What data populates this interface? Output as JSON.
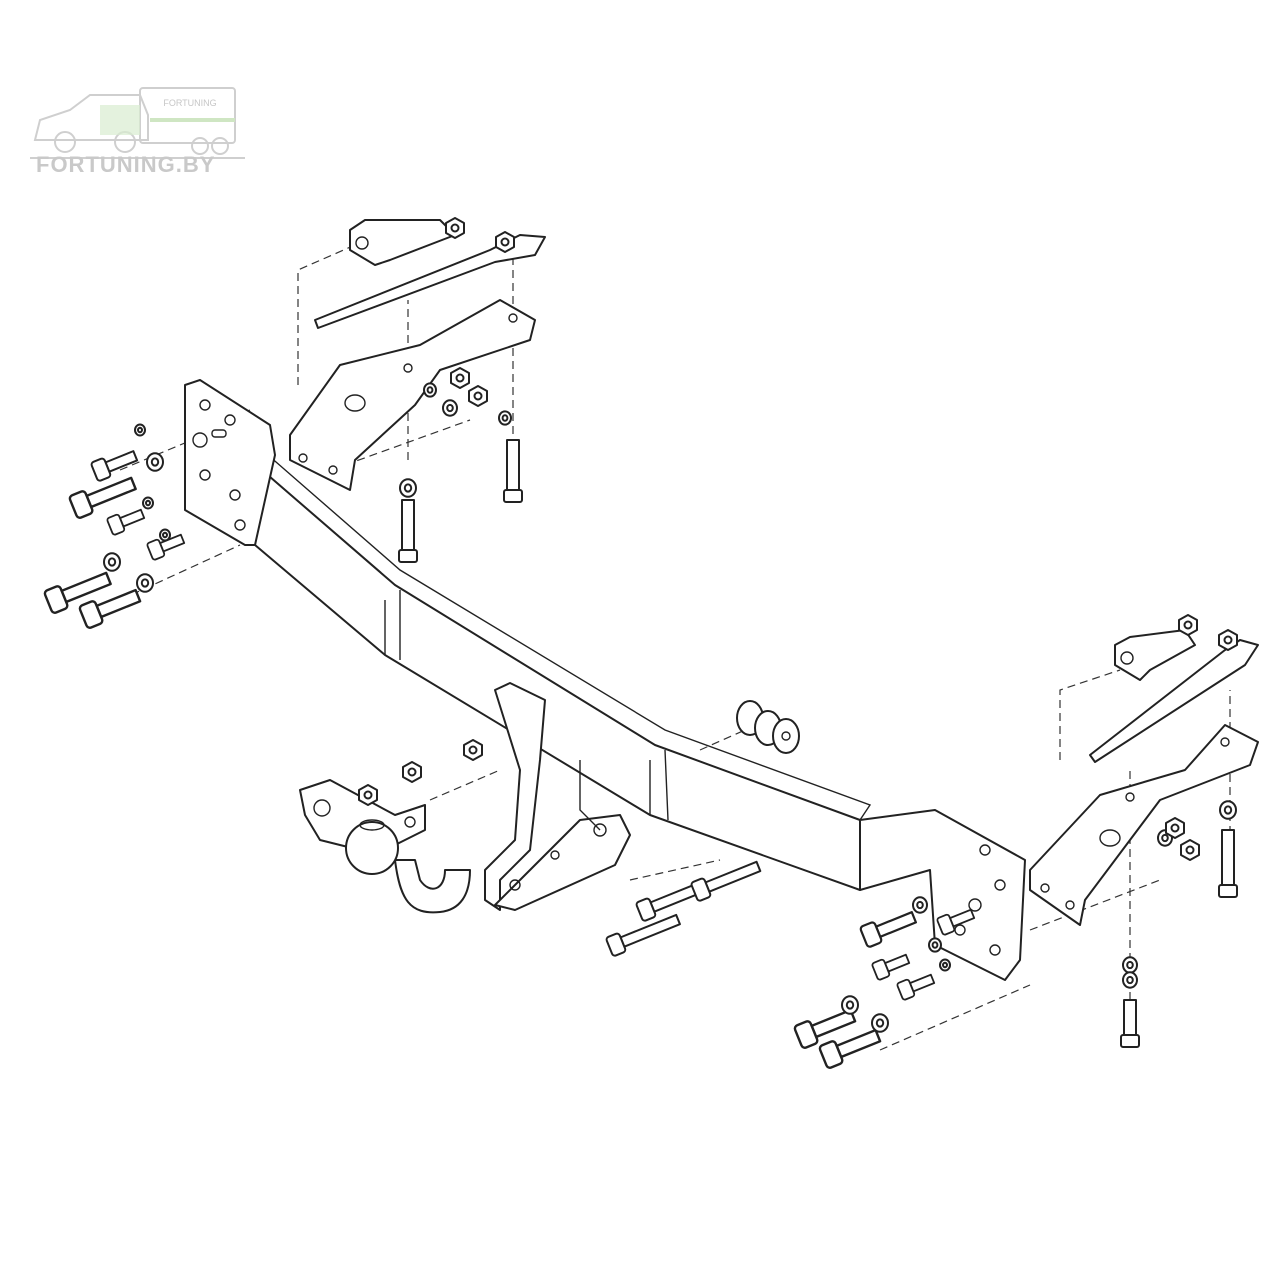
{
  "logo": {
    "brand": "FORTUNING.BY",
    "trailer_text": "FORTUNING"
  },
  "diagram": {
    "subject": "tow-bar-hitch-exploded-assembly"
  }
}
